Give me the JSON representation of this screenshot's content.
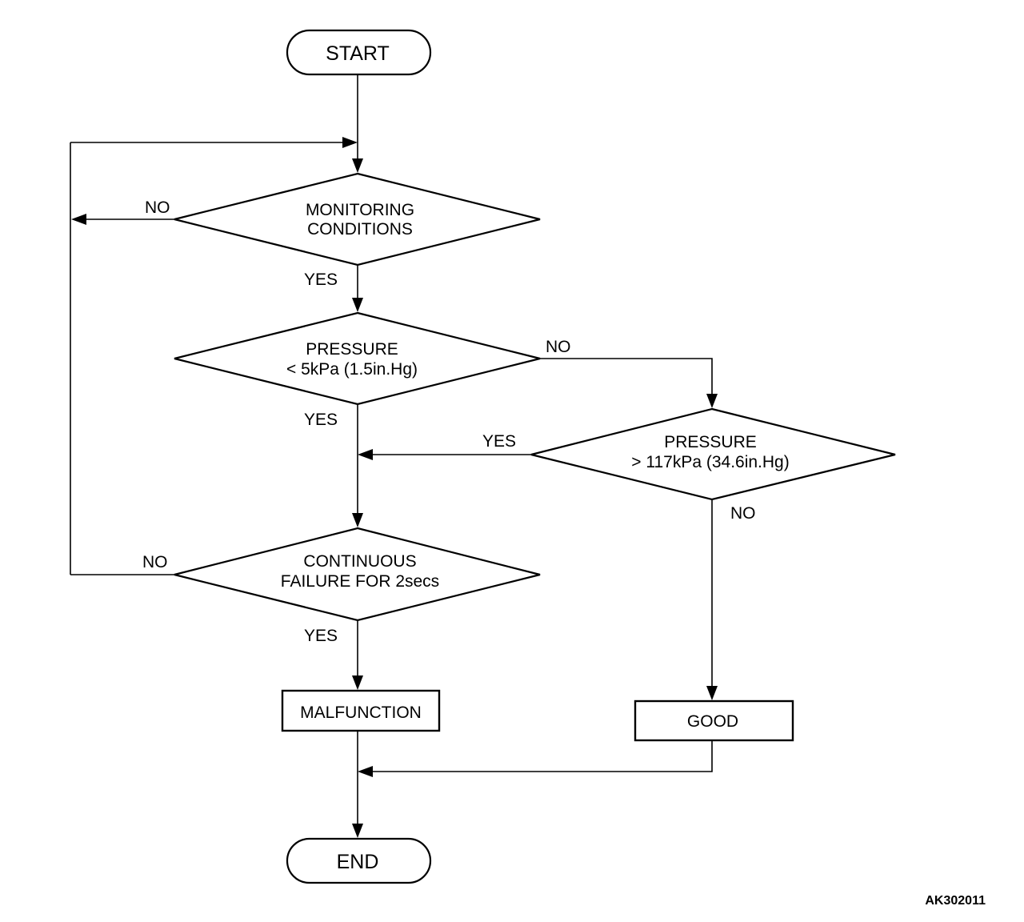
{
  "flowchart": {
    "start": "START",
    "end": "END",
    "monitoring": {
      "line1": "MONITORING",
      "line2": "CONDITIONS"
    },
    "pressure_low": {
      "line1": "PRESSURE",
      "line2": "< 5kPa (1.5in.Hg)"
    },
    "pressure_high": {
      "line1": "PRESSURE",
      "line2": "> 117kPa (34.6in.Hg)"
    },
    "continuous": {
      "line1": "CONTINUOUS",
      "line2": "FAILURE FOR 2secs"
    },
    "malfunction": "MALFUNCTION",
    "good": "GOOD",
    "labels": {
      "monitoring_no": "NO",
      "monitoring_yes": "YES",
      "pressure_low_no": "NO",
      "pressure_low_yes": "YES",
      "pressure_high_yes": "YES",
      "pressure_high_no": "NO",
      "continuous_no": "NO",
      "continuous_yes": "YES"
    },
    "reference_code": "AK302011"
  },
  "colors": {
    "stroke": "#000000",
    "fill": "#ffffff",
    "text": "#000000"
  }
}
